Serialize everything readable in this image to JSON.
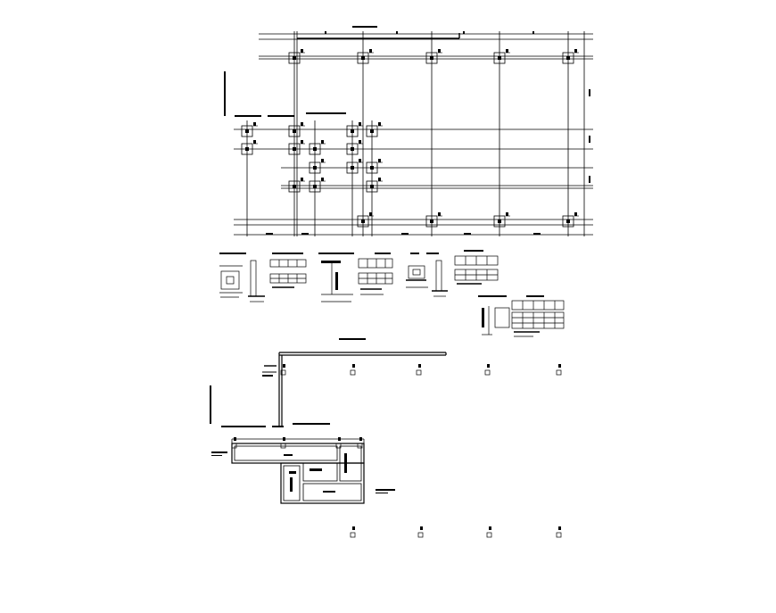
{
  "drawing": {
    "background": "#ffffff",
    "ink_color": "#000000",
    "title_labels": [],
    "detail_tables": [
      {
        "rows": 2,
        "cols": 4
      },
      {
        "rows": 2,
        "cols": 4
      },
      {
        "rows": 2,
        "cols": 4
      },
      {
        "rows": 2,
        "cols": 4
      },
      {
        "rows": 3,
        "cols": 4
      }
    ],
    "icons": [
      "column-footing-symbol",
      "grid-axis-line",
      "beam-outline"
    ]
  }
}
